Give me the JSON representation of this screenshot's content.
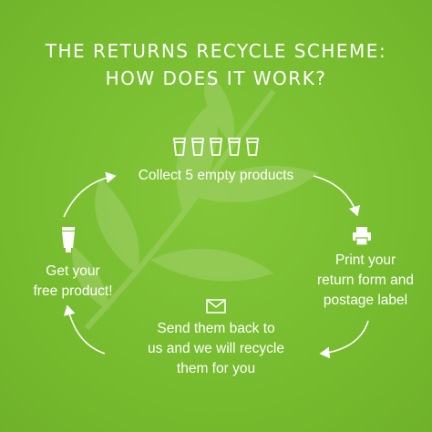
{
  "title": {
    "line1": "THE RETURNS RECYCLE SCHEME:",
    "line2": "HOW DOES IT WORK?"
  },
  "steps": {
    "collect": "Collect 5 empty products",
    "print_line1": "Print your",
    "print_line2": "return form and",
    "print_line3": "postage label",
    "send_line1": "Send them back to",
    "send_line2": "us and we will recycle",
    "send_line3": "them for you",
    "get_line1": "Get your",
    "get_line2": "free product!"
  },
  "icons": {
    "collect": "five-empty-products-icon",
    "print": "printer-icon",
    "send": "envelope-icon",
    "get": "product-tube-icon",
    "background": "leaf-branch"
  },
  "colors": {
    "background": "#7ac231",
    "text": "#ffffff",
    "leaf": "#9fcf67"
  }
}
